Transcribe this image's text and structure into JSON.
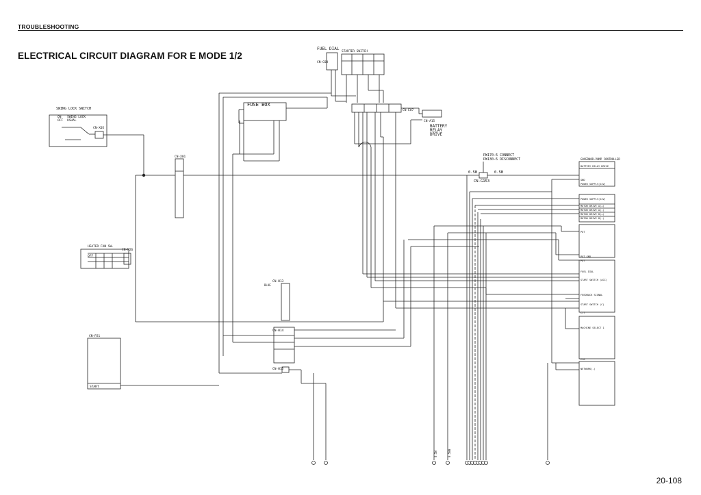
{
  "header": {
    "section": "TROUBLESHOOTING",
    "page_number": "20-108"
  },
  "title": "ELECTRICAL CIRCUIT DIAGRAM FOR E MODE 1/2",
  "labels": {
    "fuel_dial": "FUEL DIAL",
    "starter_switch": "STARTER SWITCH",
    "swing_lock_switch": "SWING LOCK SWITCH",
    "swing_lock_on": "ON",
    "swing_lock_off": "OFF",
    "swing_lock_state_on": "SWING LOCK",
    "swing_lock_state_off": "USUAL",
    "fuse_box": "FUSE BOX",
    "heater_fan_sw": "HEATER FAN SW.",
    "heater_off": "OFF",
    "battery_relay_drive_1": "BATTERY",
    "battery_relay_drive_2": "RELAY",
    "battery_relay_drive_3": "DRIVE",
    "pw_connect": "PW170-6 CONNECT",
    "pw_disconnect": "PW130-6 DISCONNECT",
    "controller": "GOVERNOR-PUMP CONTROLLER",
    "start": "START",
    "blue": "BLUE",
    "wire_05b": "0.5B",
    "cn_g153": "CN-G153"
  },
  "connectors": {
    "cn_x05": "CN-X05",
    "cn_x01": "CN-X01",
    "cn_m26": "CN-M26",
    "cn_h13": "CN-H13",
    "cn_h14": "CN-H14",
    "cn_h15": "CN-H15",
    "cn_p21": "CN-P21",
    "cn_c08": "CN-C08",
    "cn_a15": "CN-A15",
    "cn_e07": "CN-E07"
  },
  "controller_pins": [
    "BATTERY RELAY DRIVE",
    "GND",
    "POWER SUPPLY(24V)",
    "POWER SUPPLY(24V)",
    "MOTOR DRIVE A(+)",
    "MOTOR DRIVE A(-)",
    "MOTOR DRIVE B(+)",
    "MOTOR DRIVE B(-)",
    "POT",
    "POT GND",
    "POT",
    "FUEL DIAL",
    "START SWITCH (ACC)",
    "FEEDBACK SIGNAL",
    "START SWITCH (C)",
    "C17",
    "MACHINE SELECT 1",
    "C16",
    "NETWORK(-)"
  ],
  "ground_labels": [
    "0.5W",
    "0.5BW"
  ]
}
